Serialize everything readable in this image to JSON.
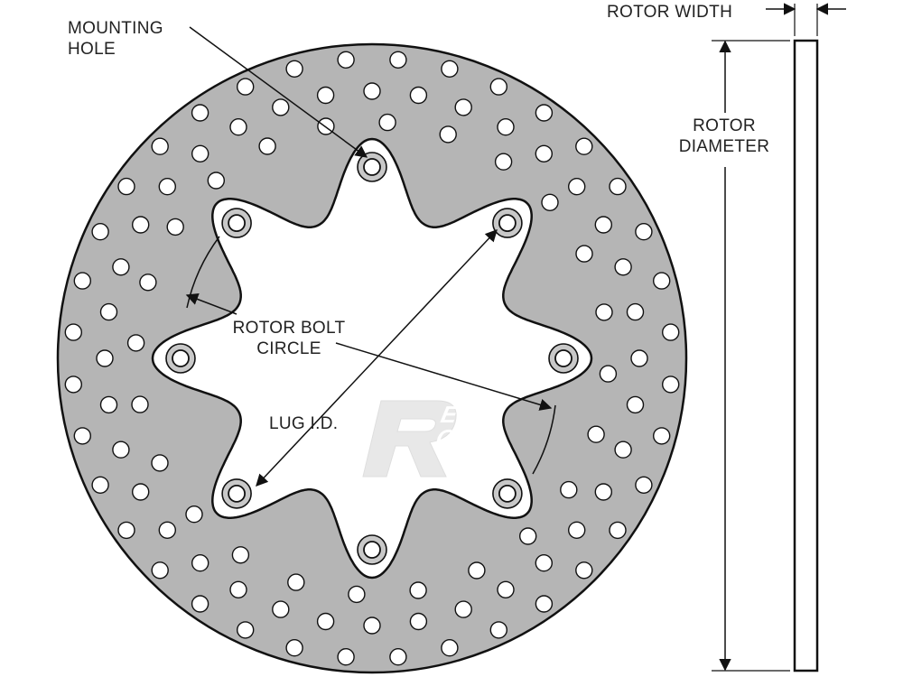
{
  "labels": {
    "mounting_hole": [
      "MOUNTING",
      "HOLE"
    ],
    "rotor_bolt_circle": [
      "ROTOR BOLT",
      "CIRCLE"
    ],
    "lug_id": "LUG I.D.",
    "rotor_width": "ROTOR WIDTH",
    "rotor_diameter": [
      "ROTOR",
      "DIAMETER"
    ]
  },
  "watermark": {
    "letter": "R",
    "text": [
      "ED",
      "OINT"
    ]
  },
  "colors": {
    "rotor_fill": "#b5b5b5",
    "outline": "#111111",
    "hole_fill": "#ffffff",
    "watermark": "#d9d9d9"
  },
  "rotor": {
    "mounting_holes": 8,
    "drilled": true
  }
}
